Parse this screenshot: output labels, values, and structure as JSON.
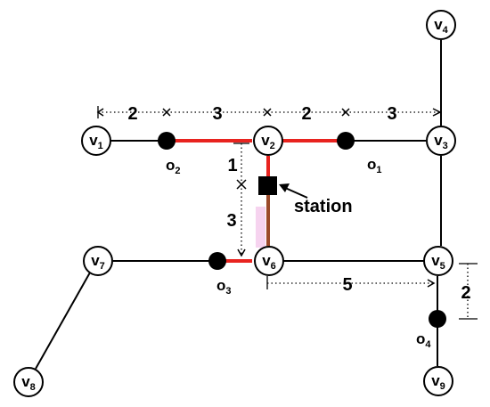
{
  "graph": {
    "vertices": [
      {
        "id": "v1",
        "letter": "v",
        "sub": "1"
      },
      {
        "id": "v2",
        "letter": "v",
        "sub": "2"
      },
      {
        "id": "v3",
        "letter": "v",
        "sub": "3"
      },
      {
        "id": "v4",
        "letter": "v",
        "sub": "4"
      },
      {
        "id": "v5",
        "letter": "v",
        "sub": "5"
      },
      {
        "id": "v6",
        "letter": "v",
        "sub": "6"
      },
      {
        "id": "v7",
        "letter": "v",
        "sub": "7"
      },
      {
        "id": "v8",
        "letter": "v",
        "sub": "8"
      },
      {
        "id": "v9",
        "letter": "v",
        "sub": "9"
      }
    ],
    "objects": [
      {
        "id": "o1",
        "letter": "o",
        "sub": "1"
      },
      {
        "id": "o2",
        "letter": "o",
        "sub": "2"
      },
      {
        "id": "o3",
        "letter": "o",
        "sub": "3"
      },
      {
        "id": "o4",
        "letter": "o",
        "sub": "4"
      }
    ],
    "station": {
      "label": "station"
    },
    "distances": {
      "v1_o2": "2",
      "o2_v2": "3",
      "v2_o1": "2",
      "o1_v3": "3",
      "v2_station": "1",
      "station_v6": "3",
      "v6_v5": "5",
      "v5_o4": "2"
    },
    "colors": {
      "edge": "#000000",
      "highlight_red": "#e8231f",
      "highlight_brown": "#9b4a2a",
      "highlight_pink": "#f6d3ef"
    }
  }
}
